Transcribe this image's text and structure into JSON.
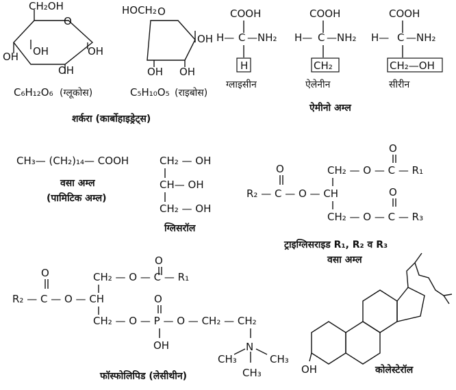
{
  "sugars": {
    "glucose": {
      "atoms": {
        "ch2oh": "CH₂OH",
        "o": "O",
        "oh_right": "OH",
        "oh_center": "OH",
        "oh_left": "OH",
        "oh_bottom": "OH"
      },
      "formula_prefix": "C₆H₁₂O₆",
      "name": "(ग्लूकोस)"
    },
    "ribose": {
      "atoms": {
        "hoch2": "HOCH₂",
        "o": "O",
        "oh_right": "OH",
        "oh_left": "OH",
        "oh_bottom": "OH"
      },
      "formula_prefix": "C₅H₁₀O₅",
      "name": "(राइबोस)"
    },
    "group_label": "शर्करा (कार्बोहाइड्रेट्स)"
  },
  "amino_acids": {
    "glycine": {
      "cooh": "COOH",
      "h": "H—",
      "c": "C",
      "nh2": "—NH₂",
      "r": "H",
      "name": "ग्लाइसीन"
    },
    "alanine": {
      "cooh": "COOH",
      "h": "H—",
      "c": "C",
      "nh2": "—NH₂",
      "r": "CH₂",
      "name": "ऐलेनीन"
    },
    "serine": {
      "cooh": "COOH",
      "h": "H—",
      "c": "C",
      "nh2": "—NH₂",
      "r": "CH₂—OH",
      "name": "सीरीन"
    },
    "group_label": "ऐमीनो अम्ल"
  },
  "fatty_acid": {
    "formula": "CH₃— (CH₂)₁₄— COOH",
    "label_line1": "वसा अम्ल",
    "label_line2": "(पामिटिक अम्ल)"
  },
  "glycerol": {
    "rows": [
      "CH₂ — OH",
      "CH— OH",
      "CH₂ — OH"
    ],
    "name": "ग्लिसरॉल"
  },
  "triglyceride": {
    "top": "CH₂ — O — C — R₁",
    "mid": "R₂ — C — O — CH",
    "bot": "CH₂ — O — C — R₃",
    "o": "O",
    "label_line1": "ट्राइग्लिसराइड R₁, R₂ व R₃",
    "label_line2": "वसा अम्ल"
  },
  "phospholipid": {
    "top": "CH₂ — O — C — R₁",
    "mid": "R₂ — C — O — CH",
    "bot": "CH₂ — O — P — O — CH₂ — CH₂",
    "o": "O",
    "oh": "OH",
    "n": "N",
    "ch3": "CH₃",
    "label": "फॉस्फोलिपिड (लेसीथीन)"
  },
  "cholesterol": {
    "oh": "OH",
    "label": "कोलेस्टेरॉल"
  }
}
